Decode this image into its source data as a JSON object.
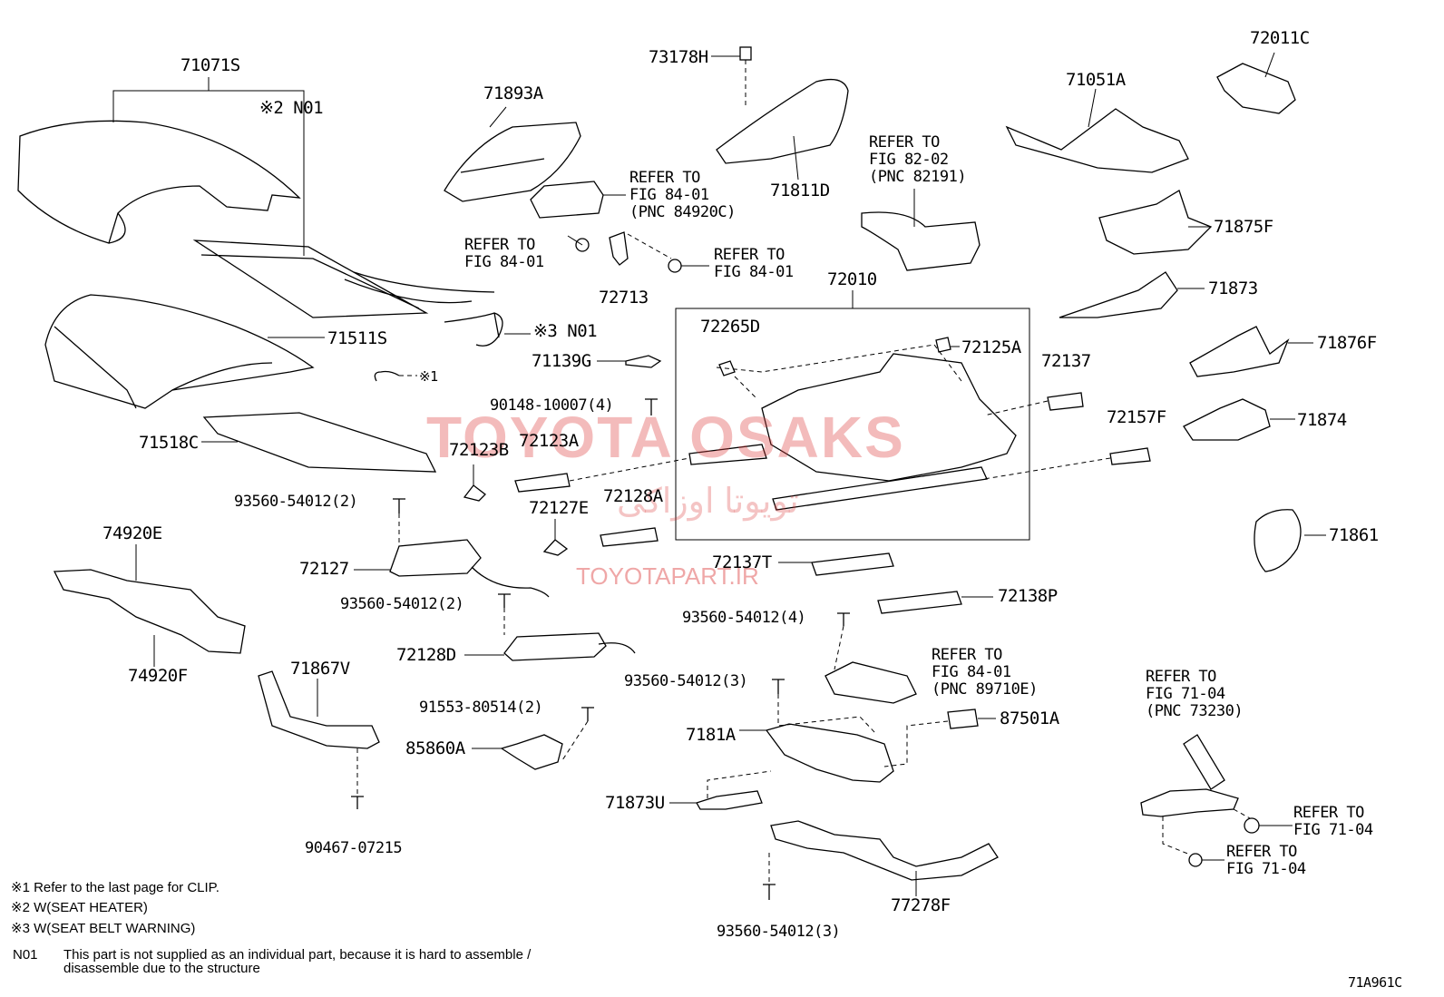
{
  "diagram": {
    "part_labels": {
      "p71071S": "71071S",
      "n01_2": "※2 N01",
      "p71893A": "71893A",
      "p73178H": "73178H",
      "p72011C": "72011C",
      "p71051A": "71051A",
      "p71811D": "71811D",
      "ref8401a": "REFER TO\nFIG 84-01\n(PNC 84920C)",
      "ref8202": "REFER TO\nFIG 82-02\n(PNC 82191)",
      "ref8401b": "REFER TO\nFIG 84-01",
      "ref8401c": "REFER TO\nFIG 84-01",
      "p71875F": "71875F",
      "p72713": "72713",
      "p72010": "72010",
      "p71873": "71873",
      "p71511S": "71511S",
      "n01_3": "※3 N01",
      "p72265D": "72265D",
      "p72125A": "72125A",
      "p71139G": "71139G",
      "p72137": "72137",
      "p71876F": "71876F",
      "clip1": "※1",
      "p90148": "90148-10007(4)",
      "p72157F": "72157F",
      "p71874": "71874",
      "p71518C": "71518C",
      "p72123B": "72123B",
      "p72123A": "72123A",
      "p93560_2a": "93560-54012(2)",
      "p72127E": "72127E",
      "p72128A": "72128A",
      "p74920E": "74920E",
      "p71861": "71861",
      "p72127": "72127",
      "p72137T": "72137T",
      "p93560_2b": "93560-54012(2)",
      "p72138P": "72138P",
      "p93560_4": "93560-54012(4)",
      "p72128D": "72128D",
      "p74920F": "74920F",
      "p71867V": "71867V",
      "ref8401d": "REFER TO\nFIG 84-01\n(PNC 89710E)",
      "p93560_3a": "93560-54012(3)",
      "ref7104a": "REFER TO\nFIG 71-04\n(PNC 73230)",
      "p91553": "91553-80514(2)",
      "p87501A": "87501A",
      "p7181A": "7181A",
      "p85860A": "85860A",
      "p71873U": "71873U",
      "ref7104b": "REFER TO\nFIG 71-04",
      "ref7104c": "REFER TO\nFIG 71-04",
      "p90467": "90467-07215",
      "p77278F": "77278F",
      "p93560_3b": "93560-54012(3)"
    },
    "notes": {
      "n1": "※1 Refer to the last page for CLIP.",
      "n2": "※2 W(SEAT HEATER)",
      "n3": "※3 W(SEAT BELT WARNING)",
      "n01_key": "N01",
      "n01_text": "This part is not supplied as an individual part, because it is hard to assemble /\ndisassemble due to the structure"
    },
    "figure_code": "71A961C",
    "watermarks": {
      "brand": "TOYOTA OSAKS",
      "persian": "تویوتا اوزاکی",
      "url": "TOYOTAPART.IR"
    }
  }
}
